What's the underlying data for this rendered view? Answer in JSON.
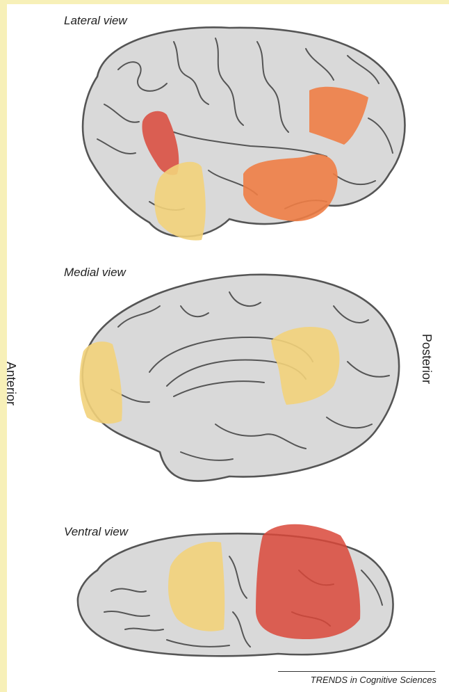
{
  "views": {
    "lateral": {
      "title": "Lateral view"
    },
    "medial": {
      "title": "Medial view"
    },
    "ventral": {
      "title": "Ventral view"
    }
  },
  "orientation": {
    "left": "Anterior",
    "right": "Posterior"
  },
  "source": "TRENDS in Cognitive Sciences",
  "colors": {
    "cortex": "#d9d9d9",
    "outline": "#555555",
    "yellow_region": "#f2d27a",
    "orange_region": "#ee7d45",
    "red_region": "#d9483a",
    "side_strip": "#f7f0b8"
  }
}
